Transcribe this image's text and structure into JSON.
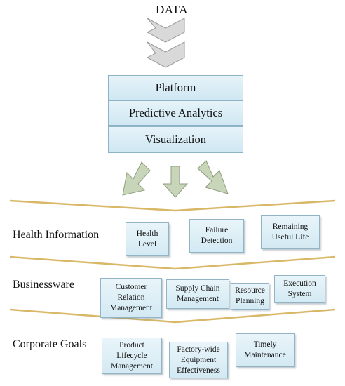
{
  "colors": {
    "chevron_fill": "#d9d9d9",
    "chevron_stroke": "#9a9a9a",
    "box_fill": "#dcedf5",
    "box_border": "#8db3c6",
    "divider": "#d8b867",
    "arrow_fill": "#c8d5b8"
  },
  "input": {
    "label": "DATA"
  },
  "stack": {
    "platform": "Platform",
    "predictive": "Predictive Analytics",
    "visualization": "Visualization"
  },
  "sections": [
    {
      "label": "Health Information",
      "nodes": [
        "Health\nLevel",
        "Failure\nDetection",
        "Remaining\nUseful Life"
      ]
    },
    {
      "label": "Businessware",
      "nodes": [
        "Customer\nRelation\nManagement",
        "Supply Chain\nManagement",
        "Resource\nPlanning",
        "Execution\nSystem"
      ]
    },
    {
      "label": "Corporate Goals",
      "nodes": [
        "Product\nLifecycle\nManagement",
        "Factory-wide\nEquipment\nEffectiveness",
        "Timely\nMaintenance"
      ]
    }
  ]
}
